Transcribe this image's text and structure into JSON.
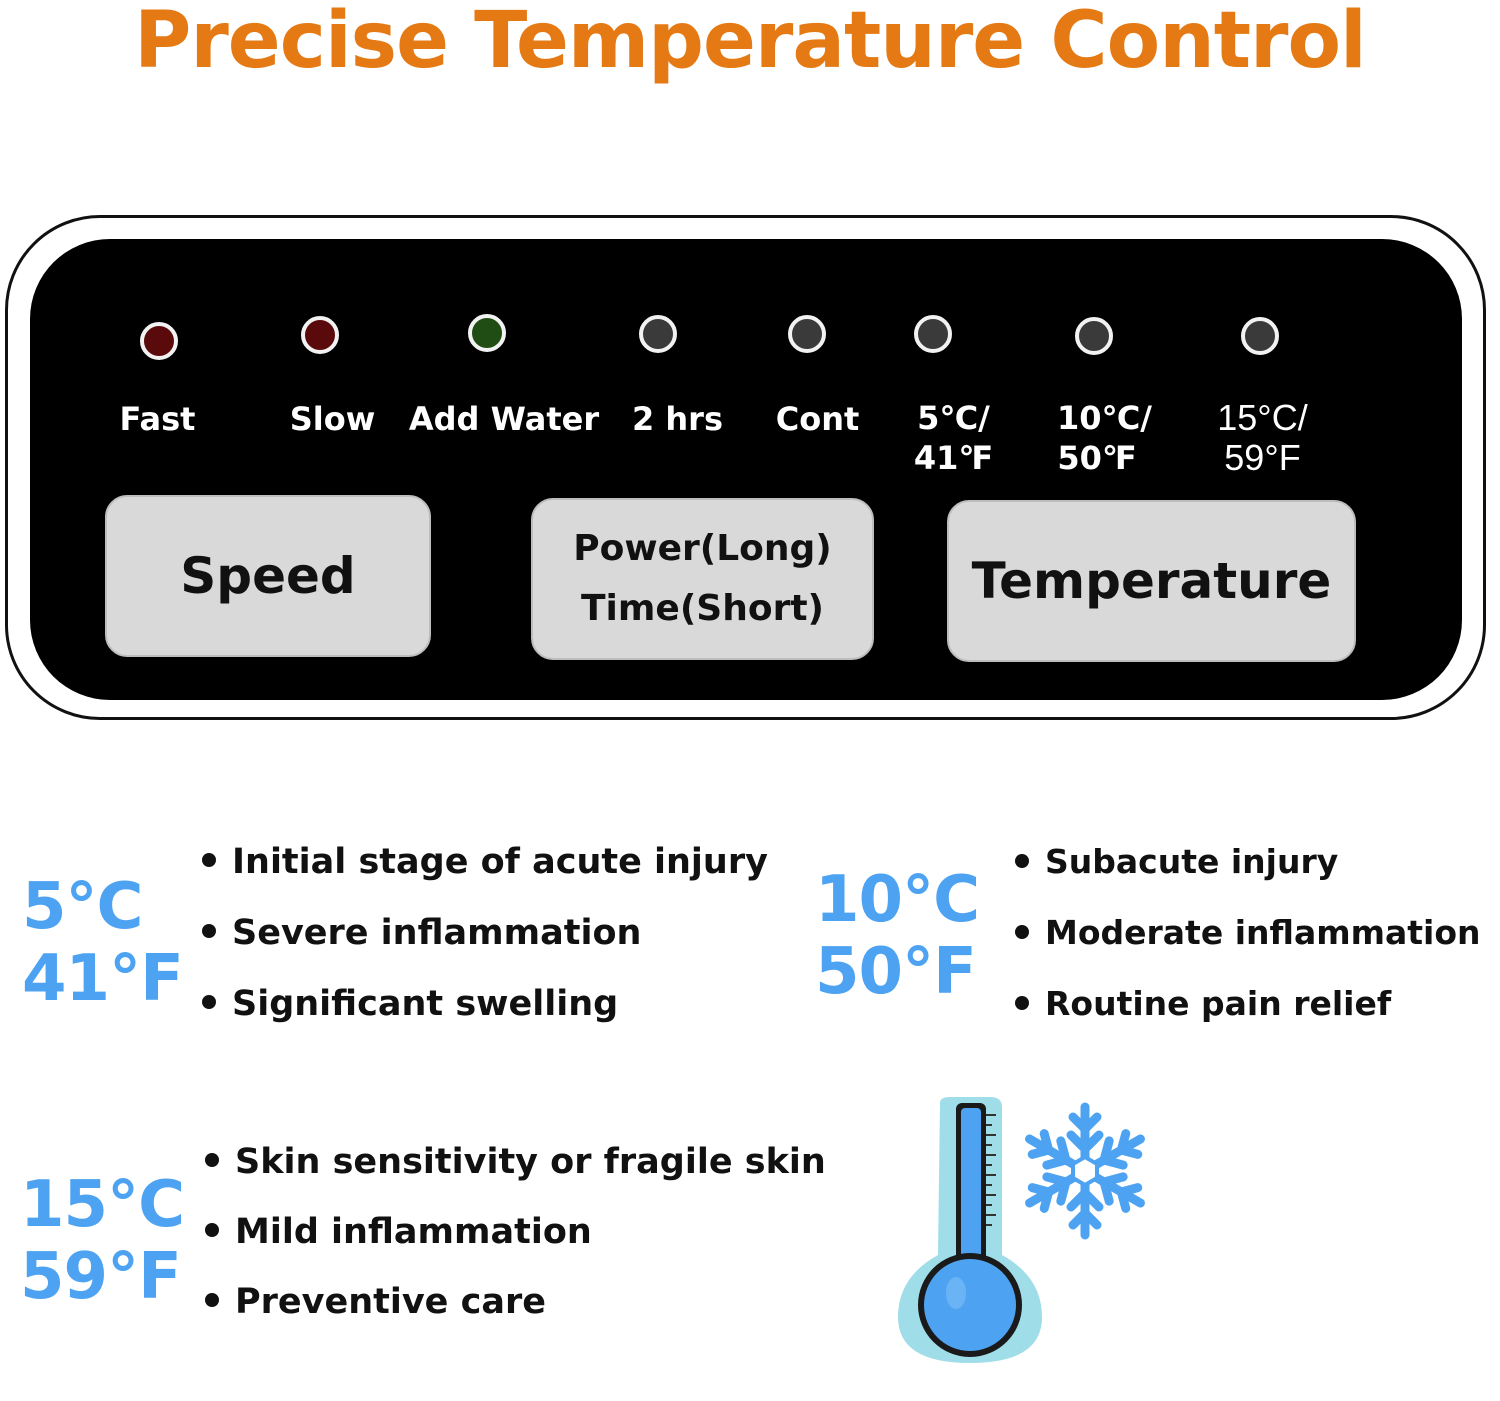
{
  "title": "Precise Temperature Control",
  "colors": {
    "title": "#e57a14",
    "temperature_text": "#4da3f2",
    "panel": "#000000",
    "button": "#d9d9d9",
    "led_red": "#5a0a0a",
    "led_green": "#1f4d13",
    "led_off": "#3a3a3a"
  },
  "panel": {
    "indicators": [
      {
        "label": "Fast",
        "state": "red"
      },
      {
        "label": "Slow",
        "state": "red"
      },
      {
        "label": "Add Water",
        "state": "green"
      },
      {
        "label": "2 hrs",
        "state": "off"
      },
      {
        "label": "Cont",
        "state": "off"
      },
      {
        "label_line1": "5℃/",
        "label_line2": "41℉",
        "state": "off"
      },
      {
        "label_line1": "10℃/",
        "label_line2": "50℉",
        "state": "off"
      },
      {
        "label_line1": "15°C/",
        "label_line2": "59°F",
        "state": "off"
      }
    ],
    "buttons": {
      "speed": "Speed",
      "power_line1": "Power(Long)",
      "power_line2": "Time(Short)",
      "temperature": "Temperature"
    }
  },
  "settings": [
    {
      "celsius": "5°C",
      "fahrenheit": "41°F",
      "uses": [
        "Initial stage of acute injury",
        "Severe inflammation",
        "Significant swelling"
      ]
    },
    {
      "celsius": "10°C",
      "fahrenheit": "50°F",
      "uses": [
        "Subacute injury",
        "Moderate inflammation",
        "Routine pain relief"
      ]
    },
    {
      "celsius": "15°C",
      "fahrenheit": "59°F",
      "uses": [
        "Skin sensitivity or fragile skin",
        "Mild inflammation",
        "Preventive care"
      ]
    }
  ],
  "icons": {
    "thermometer": "thermometer-icon",
    "snowflake": "snowflake-icon"
  }
}
